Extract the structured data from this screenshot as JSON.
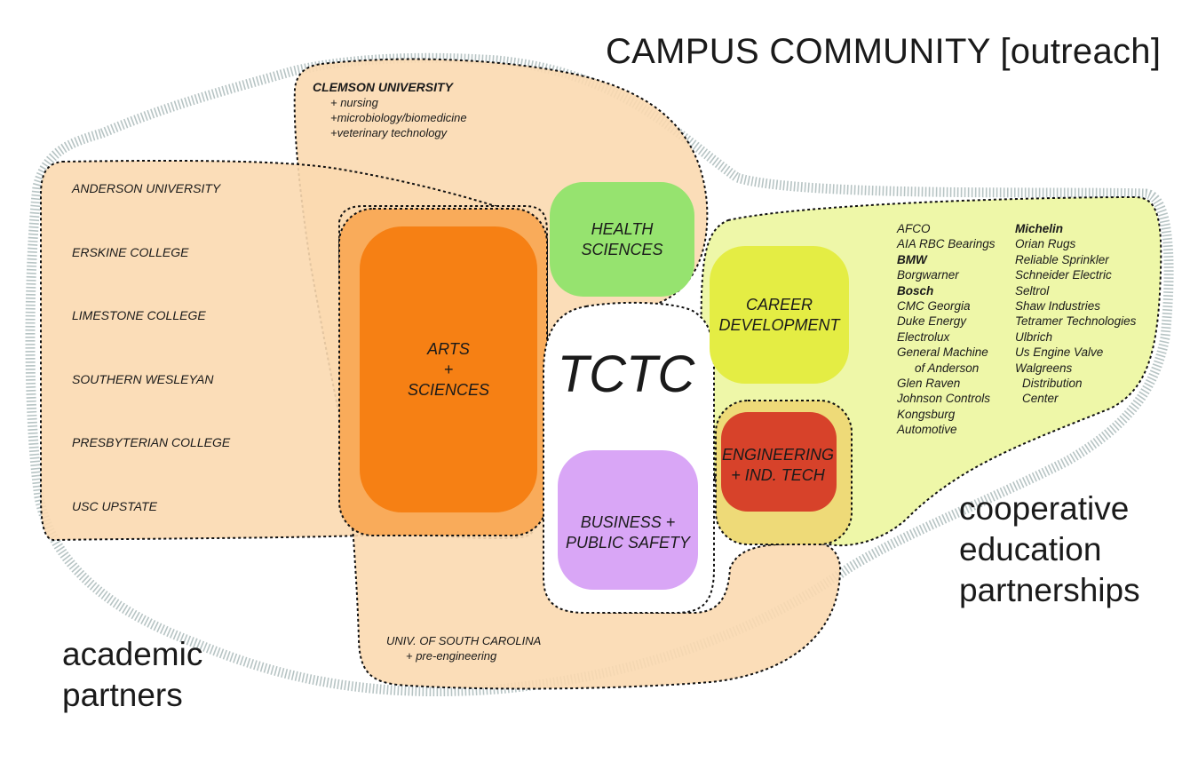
{
  "title": "CAMPUS COMMUNITY [outreach]",
  "center": "TCTC",
  "academic_label": [
    "academic",
    "partners"
  ],
  "coop_label": [
    "cooperative",
    "education",
    "partnerships"
  ],
  "universities": [
    "ANDERSON UNIVERSITY",
    "ERSKINE COLLEGE",
    "LIMESTONE COLLEGE",
    "SOUTHERN WESLEYAN",
    "PRESBYTERIAN COLLEGE",
    "USC UPSTATE"
  ],
  "clemson": {
    "name": "CLEMSON UNIVERSITY",
    "programs": [
      "+ nursing",
      "+microbiology/biomedicine",
      "+veterinary technology"
    ]
  },
  "usc": {
    "name": "UNIV. OF SOUTH CAROLINA",
    "program": "+ pre-engineering"
  },
  "divisions": {
    "arts": [
      "ARTS",
      "+",
      "SCIENCES"
    ],
    "health": [
      "HEALTH",
      "SCIENCES"
    ],
    "career": [
      "CAREER",
      "DEVELOPMENT"
    ],
    "engineering": [
      "ENGINEERING",
      "+ IND. TECH"
    ],
    "business": [
      "BUSINESS +",
      "PUBLIC SAFETY"
    ]
  },
  "companies_left": [
    "AFCO",
    "AIA RBC Bearings",
    "BMW",
    "Borgwarner",
    "Bosch",
    "CMC Georgia",
    "Duke Energy",
    "Electrolux",
    "General Machine",
    "of Anderson",
    "Glen Raven",
    "Johnson Controls",
    "Kongsburg",
    "Automotive"
  ],
  "companies_right": [
    "Michelin",
    "Orian Rugs",
    "Reliable Sprinkler",
    "Schneider Electric",
    "Seltrol",
    "Shaw Industries",
    "Tetramer Technologies",
    "Ulbrich",
    "Us Engine Valve",
    "Walgreens",
    "Distribution",
    "Center"
  ],
  "colors": {
    "outer_ring": "#b7c4c4",
    "academic_fill": "#fbd9b0",
    "academic_overlap": "#f9c489",
    "arts_fill": "#f68014",
    "arts_halo": "#f9ab5a",
    "health_fill": "#96e36f",
    "career_fill": "#e4ed44",
    "coop_fill": "#eef7a8",
    "engineering_fill": "#d7422a",
    "engineering_halo": "#eeda78",
    "business_fill": "#d9a6f6"
  }
}
